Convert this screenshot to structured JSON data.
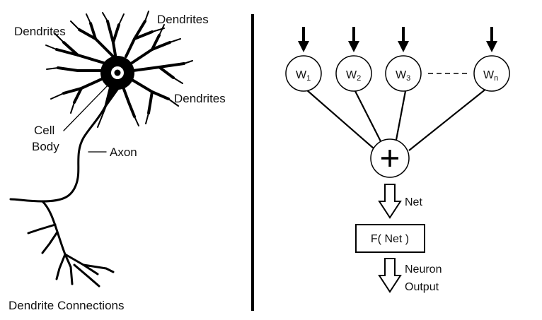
{
  "neuron": {
    "dendrites_top_left": "Dendrites",
    "dendrites_top_right": "Dendrites",
    "dendrites_right": "Dendrites",
    "cell_body_line1": "Cell",
    "cell_body_line2": "Body",
    "axon": "Axon",
    "dendrite_connections": "Dendrite Connections"
  },
  "model": {
    "weights": [
      {
        "main": "W",
        "sub": "1"
      },
      {
        "main": "W",
        "sub": "2"
      },
      {
        "main": "W",
        "sub": "3"
      },
      {
        "main": "W",
        "sub": "n"
      }
    ],
    "sum_symbol": "+",
    "net_label": "Net",
    "function_label": "F( Net )",
    "output_line1": "Neuron",
    "output_line2": "Output"
  }
}
